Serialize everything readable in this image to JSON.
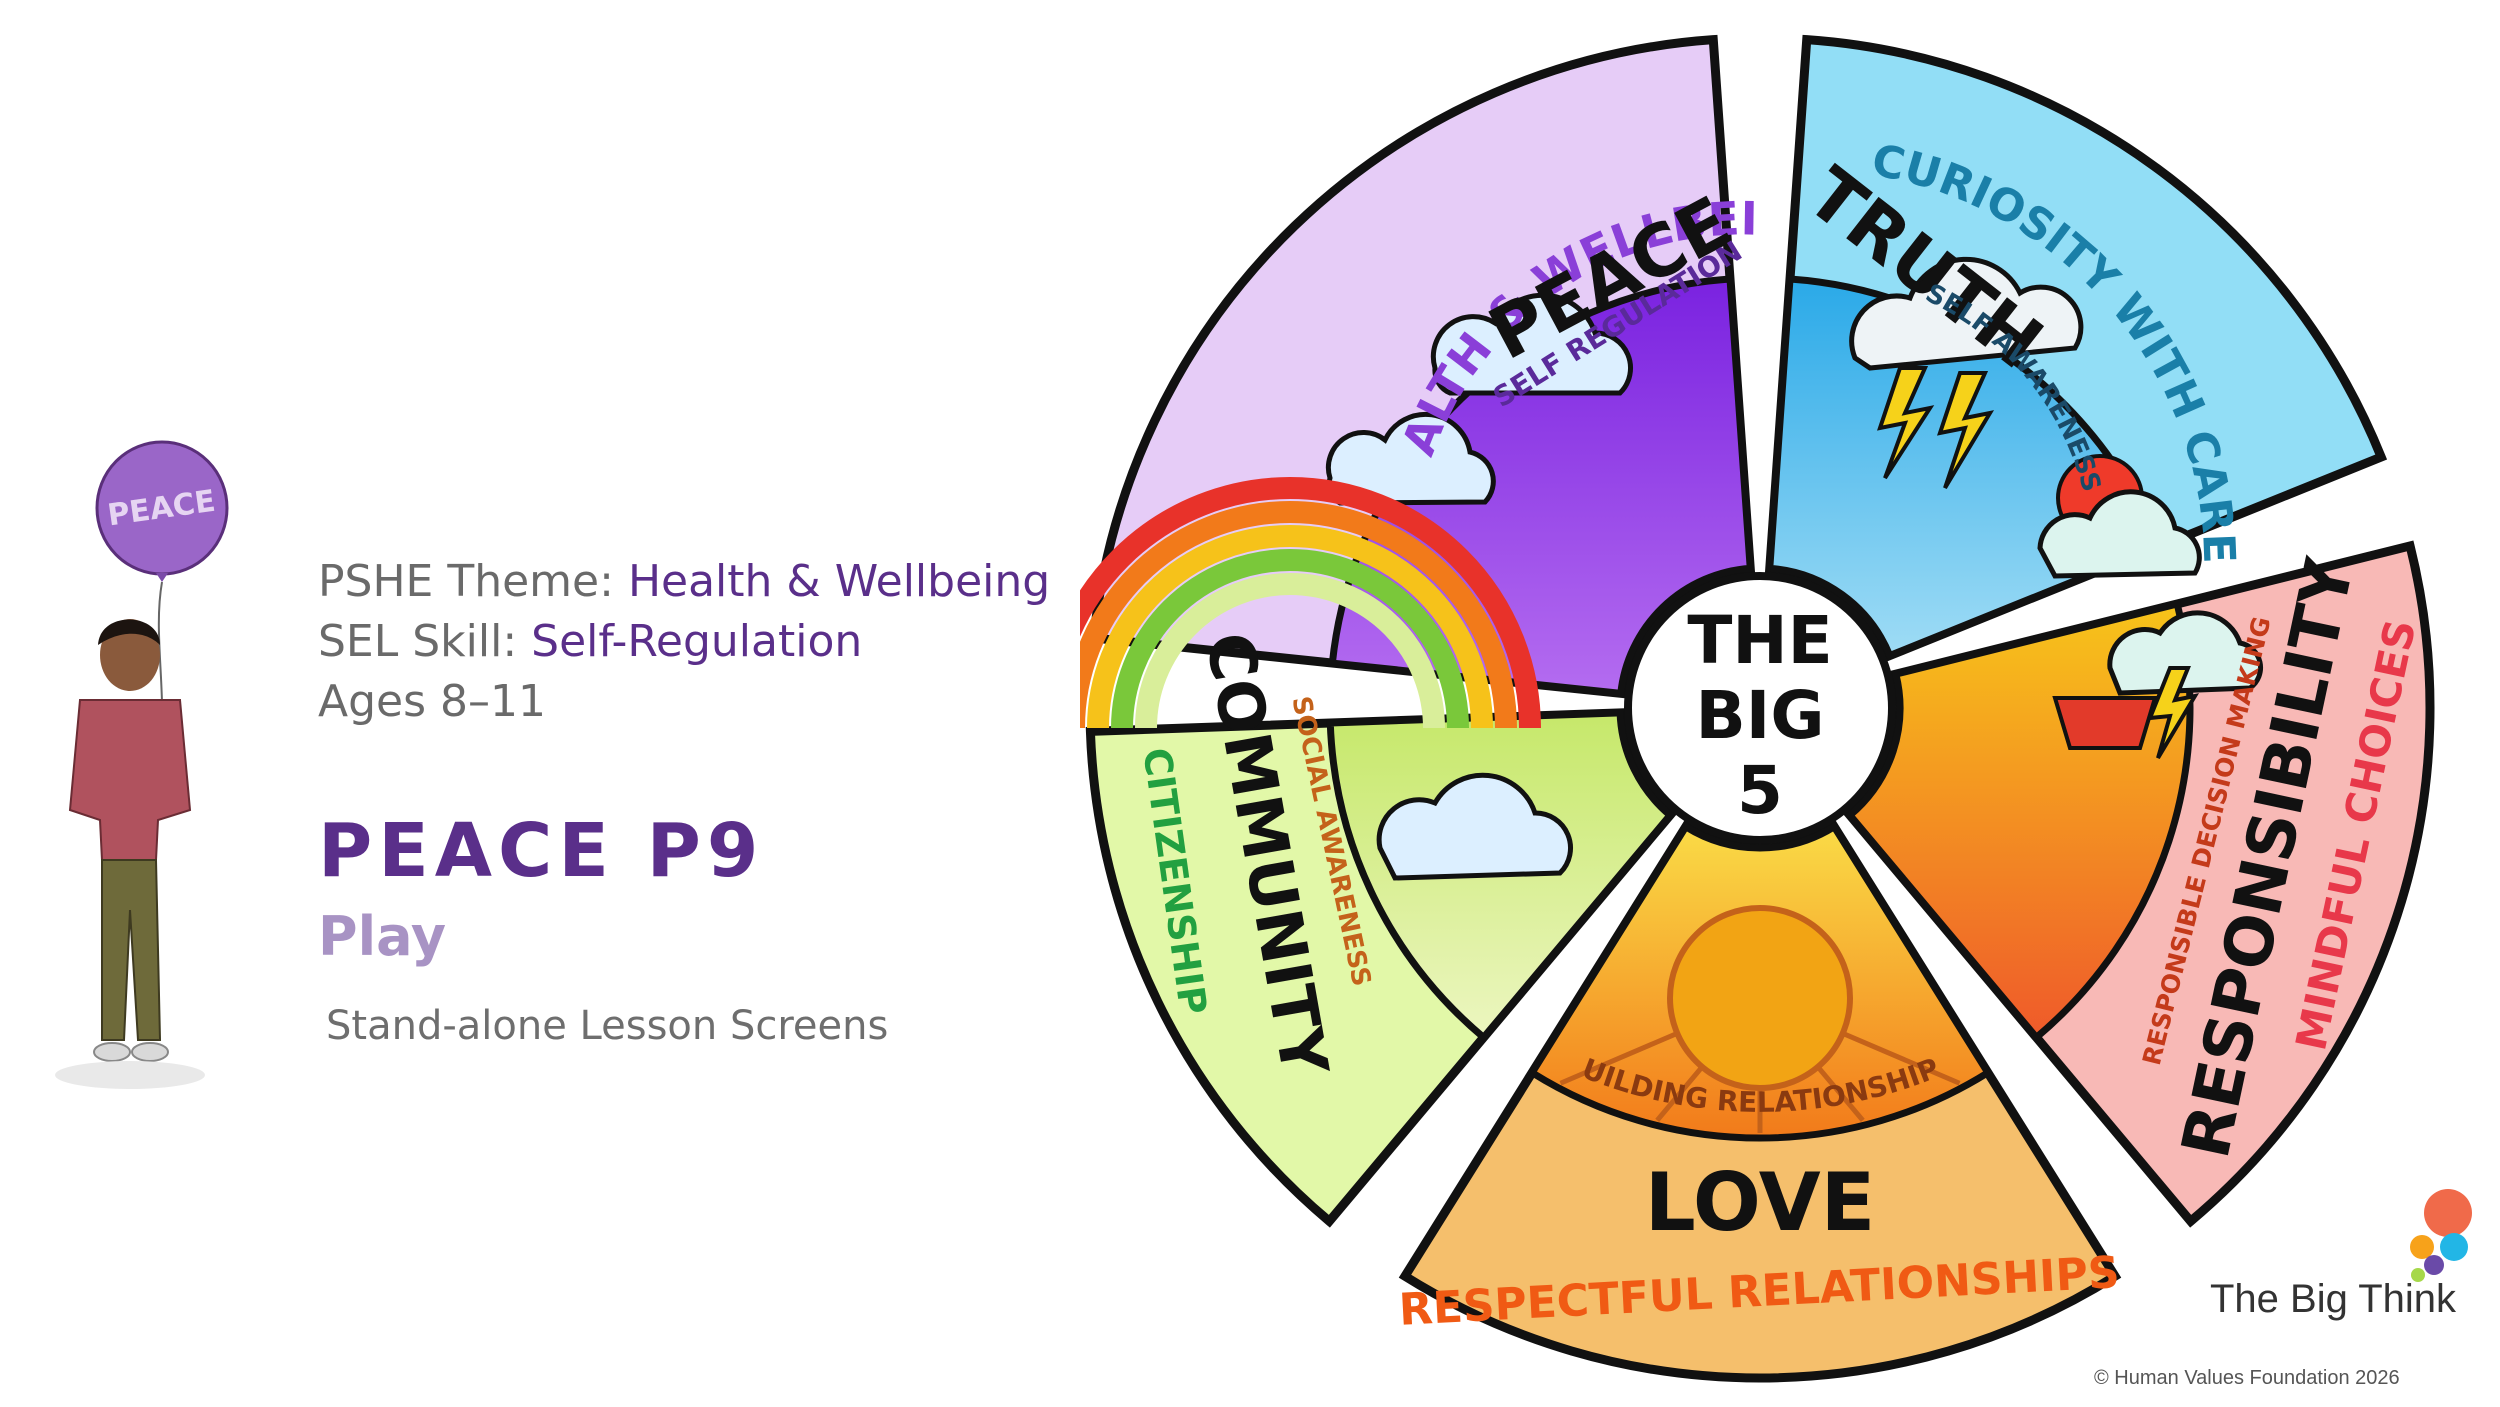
{
  "info": {
    "theme_label": "PSHE Theme:",
    "theme_value": "Health & Wellbeing",
    "skill_label": "SEL Skill:",
    "skill_value": "Self-Regulation",
    "ages": "Ages 8–11"
  },
  "lesson": {
    "title": "PEACE P9",
    "subtitle": "Play",
    "note": "Stand-alone Lesson Screens"
  },
  "figure": {
    "balloon_text": "PEACE"
  },
  "wheel": {
    "center": [
      "THE",
      "BIG",
      "5"
    ],
    "segments": {
      "peace": {
        "outer": "HEALTH & WELLBEING",
        "main": "PEACE",
        "inner": "SELF REGULATION",
        "bg": "#e6ccf7",
        "outer_color": "#8a3fd8"
      },
      "truth": {
        "outer": "CURIOSITY WITH CARE",
        "main": "TRUTH",
        "inner": "SELF AWARENESS",
        "bg": "#92def6",
        "outer_color": "#1a7fa8"
      },
      "responsibility": {
        "outer": "MINDFUL CHOICES",
        "main": "RESPONSIBILITY",
        "inner": "RESPONSIBLE DECISION MAKING",
        "bg": "#f8b9b6",
        "outer_color": "#e8384a"
      },
      "love": {
        "outer": "RESPECTFUL RELATIONSHIPS",
        "main": "LOVE",
        "inner": "BUILDING RELATIONSHIPS",
        "bg": "#f5bf6c",
        "outer_color": "#f05a14"
      },
      "community": {
        "outer": "CITIZENSHIP",
        "main": "COMMUNITY",
        "inner": "SOCIAL AWARENESS",
        "bg": "#e2f8a8",
        "outer_color": "#22a040"
      }
    }
  },
  "brand": {
    "name": "The Big Think"
  },
  "copyright": "© Human Values Foundation 2026"
}
